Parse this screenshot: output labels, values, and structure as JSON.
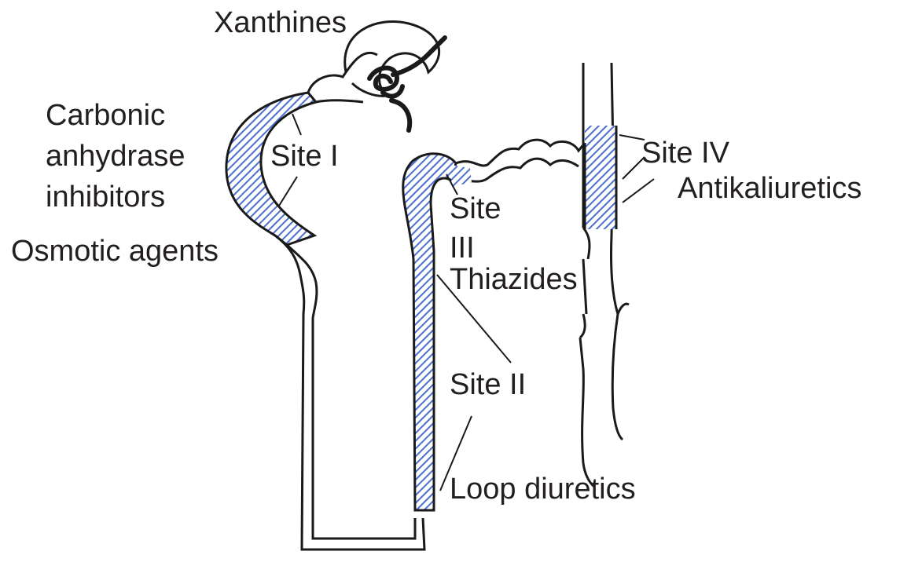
{
  "labels": {
    "xanthines": "Xanthines",
    "carbonic_line1": "Carbonic",
    "carbonic_line2": "anhydrase",
    "carbonic_line3": "inhibitors",
    "osmotic": "Osmotic agents",
    "site_i": "Site I",
    "site_iii_line1": "Site",
    "site_iii_line2": "III",
    "thiazides": "Thiazides",
    "site_ii": "Site II",
    "loop": "Loop diuretics",
    "site_iv": "Site IV",
    "antikaliuretics": "Antikaliuretics"
  },
  "colors": {
    "hatch": "#4a6fd0",
    "stroke": "#1a1a1a",
    "text": "#231f20"
  }
}
